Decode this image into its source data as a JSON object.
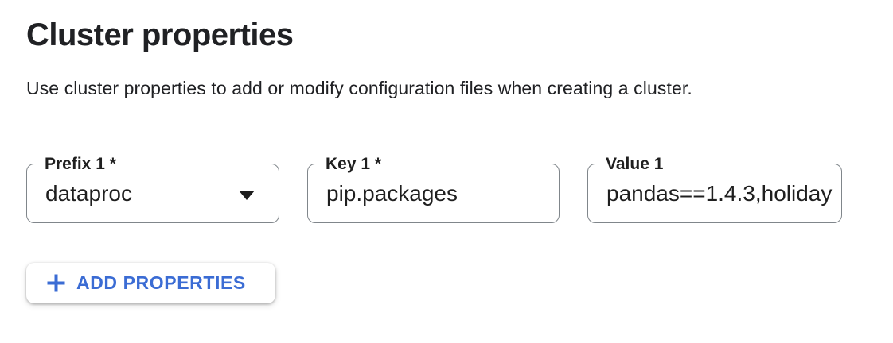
{
  "header": {
    "title": "Cluster properties",
    "description": "Use cluster properties to add or modify configuration files when creating a cluster."
  },
  "fields": [
    {
      "label": "Prefix 1 *",
      "value": "dataproc",
      "type": "select",
      "required": true
    },
    {
      "label": "Key 1 *",
      "value": "pip.packages",
      "type": "text",
      "required": true
    },
    {
      "label": "Value 1",
      "value": "pandas==1.4.3,holiday",
      "type": "text",
      "required": false
    }
  ],
  "actions": {
    "add_properties_label": "ADD PROPERTIES"
  },
  "icons": {
    "plus_icon": "plus",
    "dropdown_caret_icon": "caret-down"
  },
  "colors": {
    "accent_blue": "#3b6cd4",
    "field_border_gray": "#80868b",
    "text_primary": "#202124",
    "background": "#ffffff"
  }
}
